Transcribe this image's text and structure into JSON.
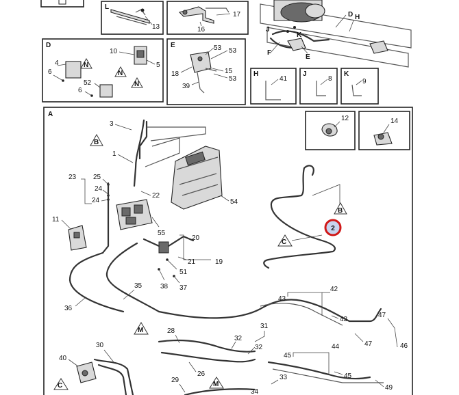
{
  "insets": {
    "L": {
      "letter": "L",
      "callouts": [
        "13"
      ]
    },
    "G": {
      "callouts": [
        "17",
        "16"
      ]
    },
    "overview": {
      "labels": [
        "D",
        "H",
        "J",
        "K",
        "F",
        "E"
      ]
    },
    "D": {
      "letter": "D",
      "callouts": [
        "4",
        "6",
        "52",
        "6",
        "10",
        "5"
      ],
      "marks": [
        "N",
        "N",
        "N"
      ]
    },
    "E": {
      "letter": "E",
      "callouts": [
        "53",
        "53",
        "18",
        "15",
        "53",
        "39"
      ]
    },
    "H": {
      "letter": "H",
      "callouts": [
        "41"
      ]
    },
    "J": {
      "letter": "J",
      "callouts": [
        "8"
      ]
    },
    "K": {
      "letter": "K",
      "callouts": [
        "9"
      ]
    }
  },
  "main": {
    "letter": "A",
    "inset12": "12",
    "inset14": "14",
    "highlighted_callout": "2",
    "marks": {
      "B1": "B",
      "B2": "B",
      "C1": "C",
      "C2": "C",
      "M1": "M",
      "M2": "M"
    },
    "callouts": {
      "c3": "3",
      "c1": "1",
      "c23": "23",
      "c25": "25",
      "c24a": "24",
      "c24b": "24",
      "c22": "22",
      "c54": "54",
      "c11": "11",
      "c55": "55",
      "c20": "20",
      "c21": "21",
      "c19": "19",
      "c51": "51",
      "c38": "38",
      "c37": "37",
      "c35": "35",
      "c36": "36",
      "c43a": "43",
      "c42": "42",
      "c43b": "43",
      "c47a": "47",
      "c47b": "47",
      "c46": "46",
      "c31": "31",
      "c28": "28",
      "c32a": "32",
      "c32b": "32",
      "c30": "30",
      "c26": "26",
      "c45a": "45",
      "c44": "44",
      "c45b": "45",
      "c40": "40",
      "c29": "29",
      "c33": "33",
      "c34": "34",
      "c49": "49"
    }
  }
}
